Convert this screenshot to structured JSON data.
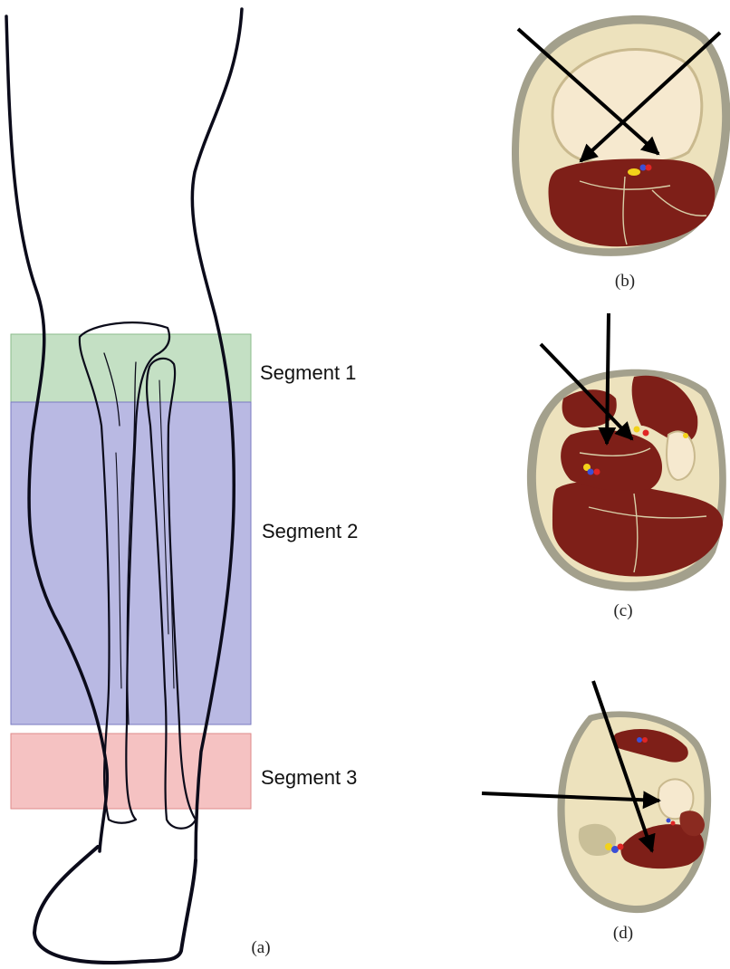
{
  "segments": [
    {
      "label": "Segment 1",
      "color": "#9ccc9c"
    },
    {
      "label": "Segment 2",
      "color": "#8a8ad0"
    },
    {
      "label": "Segment 3",
      "color": "#ee9a9a"
    }
  ],
  "captions": {
    "a": "(a)",
    "b": "(b)",
    "c": "(c)",
    "d": "(d)"
  },
  "colors": {
    "skin": "#a3a08c",
    "fat": "#ede2bd",
    "bone": "#f6e9cf",
    "muscle": "#7e1f18",
    "vessel_blue": "#3b4fd6",
    "vessel_red": "#e02525",
    "nerve_yellow": "#f2d21a"
  }
}
